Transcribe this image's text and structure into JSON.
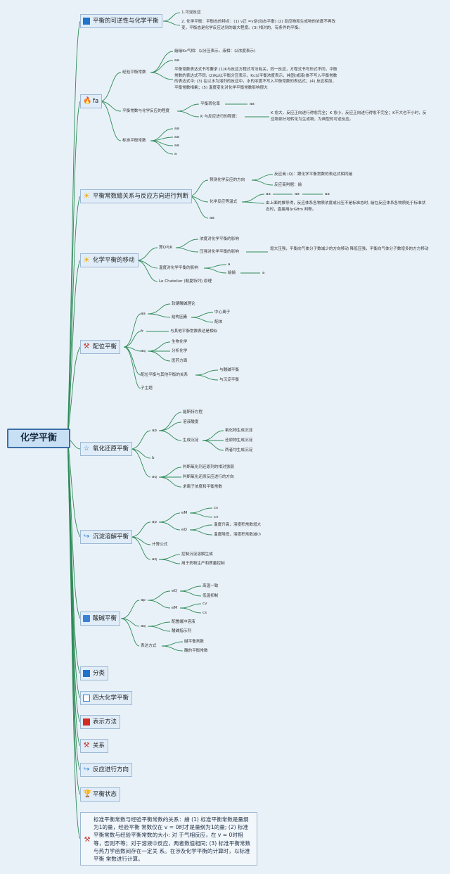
{
  "root": "化学平衡",
  "b1": {
    "title": "平衡的可逆性与化学平衡",
    "i1": "1.可逆反应",
    "i2": "2. 化学平衡：平衡态的特点：(1) v正 =v逆(动态平衡) (2) 反应物和生成物的浓度不再改变，平衡态是化学反应达到的最大程度。(3) 相对的、有条件的平衡。"
  },
  "b2": {
    "title": "fa",
    "exp": {
      "label": "经验平衡常数",
      "i1": "繪繪Kc气相：以分压表示，液相：以浓度表示)",
      "i2": "aa",
      "i3": "平衡常数表达式书写要求 (1)K与反应方程式写法有关，同一反应，方程式书写形式不同，平衡常数的表达式不同; (2)Kp以平衡分压表示，Kc以平衡浓度表示，纯固(或液)体不写入平衡常数的表达式中; (3) 在以水为溶剂的反应中，水的浓度不写入平衡常数的表达式；(4) 反应相加，平衡常数相乘；(5) 温度变化对化学平衡常数影响很大"
    },
    "deg": {
      "label": "平衡常数与化学反应的程度",
      "conv": "平衡转化率",
      "conv_val": "aa",
      "k": "K 与反应进行的程度：",
      "k_desc": "K 愈大，反应正向进行得愈完全；K 愈小，反应正向进行得愈不完全；K不大也不小时，反应物部分地转化为生成物，为典型的可逆反应。"
    },
    "std": {
      "label": "标准平衡常数",
      "items": [
        "aa",
        "aa",
        "aa",
        "a"
      ]
    }
  },
  "b3": {
    "title": "平衡常数繪关系与反应方向进行判断",
    "pred": {
      "label": "预测化学反应的方向",
      "i1": "反应商 (Q)：跟化学平衡常数的表达式相同繪",
      "i2": "反应商判据：繪"
    },
    "iso": {
      "label": "化学反应等温式",
      "a1": "aa",
      "a2": "aa",
      "a3": "aa",
      "desc": "由上面的推导得，反应体系各物质浓度或分压不是标准态时, 繪在反应体系各物质处于标准状态时，直接用ΔrGθm 判断。"
    },
    "extra": "aa"
  },
  "b4": {
    "title": "化学平衡的移动",
    "qk": {
      "label": "算Q与K",
      "i1": "浓度对化学平衡的影响",
      "i2": "压强对化学平衡的影响",
      "i2_desc": "增大压强，平衡向气体分子数减少的方向移动 降低压强，平衡向气体分子数增多的方方移动"
    },
    "temp": {
      "label": "温度对化学平衡的影响",
      "a": "a",
      "b": "繪繪",
      "c": "a"
    },
    "lc": "Le Chatelier (勒夏特列) 原理"
  },
  "b5": {
    "title": "配位平衡",
    "aa": {
      "label": "aa",
      "i1": "软硬酸碱理论",
      "i2": "结构因素",
      "i2a": "中心离子",
      "i2b": "配体"
    },
    "fr": {
      "label": "fr",
      "i1": "与其他平衡常数表达是相似"
    },
    "aq": {
      "label": "aq",
      "i1": "生物化学",
      "i2": "分析化学",
      "i3": "医药方面"
    },
    "rel": {
      "label": "配位平衡与其他平衡的关系",
      "i1": "与酸碱平衡",
      "i2": "与沉淀平衡"
    },
    "sub": "子主题"
  },
  "b6": {
    "title": "氧化还原平衡",
    "ap": {
      "label": "ap",
      "i1": "能斯特方程",
      "i2": "溶液酸度",
      "i3": "生成沉淀",
      "i3a": "氧化物生成沉淀",
      "i3b": "还原物生成沉淀",
      "i3c": "两者均生成沉淀"
    },
    "b": "b",
    "aq": {
      "label": "aq",
      "i1": "判断氧化剂还原剂的相对强弱",
      "i2": "判断氧化还原反应进行的方向",
      "i3": "求离子浓度和平衡常数"
    }
  },
  "b7": {
    "title": "沉淀溶解平衡",
    "ap": {
      "label": "ap",
      "em": "eM",
      "em1": "cs",
      "em2": "cv",
      "eq": "eQ",
      "eq1": "温度升高，溶度积常数增大",
      "eq2": "温度降低，溶度积常数减小"
    },
    "calc": "计算公式",
    "aq": {
      "label": "aq",
      "i1": "控制沉淀溶解生成",
      "i2": "用于药物生产和质量控制"
    }
  },
  "b8": {
    "title": "酸碱平衡",
    "ap": {
      "label": "ap",
      "eq": "eQ",
      "eq1": "高温一致",
      "eq2": "低温抑制",
      "em": "eM",
      "em1": "cv",
      "em2": "cs"
    },
    "aq": {
      "label": "aq",
      "i1": "配置缓冲溶液",
      "i2": "酸碱指示剂"
    },
    "expr": {
      "label": "表达方式",
      "i1": "碱平衡常数",
      "i2": "酸的平衡常数"
    }
  },
  "b9": "分类",
  "b10": "四大化学平衡",
  "b11": "表示方法",
  "b12": "关系",
  "b13": "反应进行方向",
  "b14": "平衡状态",
  "note": "标准平衡常数与经验平衡常数的关系：繪 (1) 标准平衡常数是量纲为1的量，经验平衡 常数仅在  v = 0时才是量纲为1的量; (2) 标准平衡常数与经验平衡常数的大小: 对 于气相反应，在  v = 0时相等，否则不等；对于溶液中反应，两者数值相同; (3) 标准平衡常数与热力学函数间存在一定关 系。在涉及化学平衡的计算时，以标准平衡 常数进行计算。"
}
